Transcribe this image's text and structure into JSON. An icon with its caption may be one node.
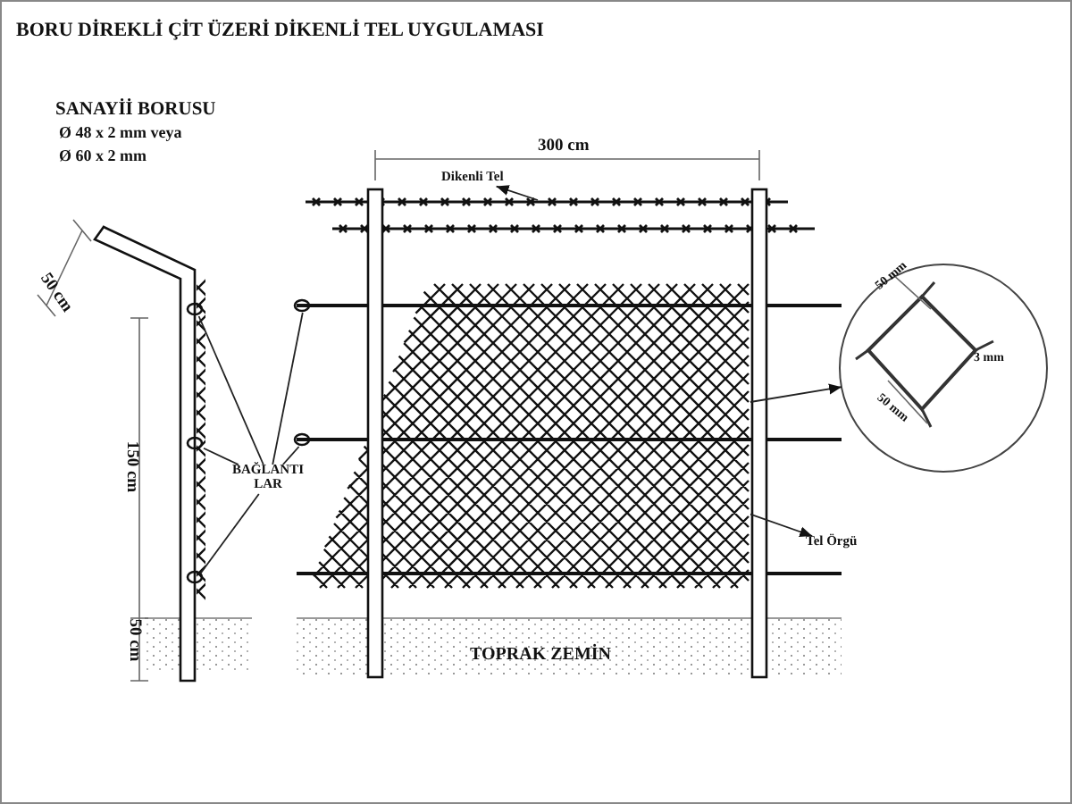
{
  "diagram": {
    "title": "BORU DİREKLİ ÇİT ÜZERİ DİKENLİ TEL UYGULAMASI",
    "nodes": [
      {
        "text": [
          "Dikenli Tel"
        ]
      },
      {
        "text": [],
        "shape": "picture"
      },
      {
        "text": [
          "BAĞLANTI LAR"
        ]
      },
      {
        "text": [],
        "shape": "circle"
      },
      {
        "text": [],
        "shape": "circle"
      },
      {
        "text": [],
        "shape": "circle"
      },
      {
        "text": [],
        "shape": "circle"
      },
      {
        "text": [],
        "shape": "circle"
      },
      {
        "text": [
          "50 mm",
          "3 mm",
          "50 mm"
        ]
      },
      {
        "text": [],
        "shape": "picture"
      },
      {
        "text": [
          "Tel Örgü"
        ]
      }
    ],
    "edges": [
      {
        "from": 1,
        "to": 0,
        "arrow": "to"
      },
      {
        "from": 2,
        "to": 3,
        "arrow": "none"
      },
      {
        "from": 2,
        "to": 4,
        "arrow": "none"
      },
      {
        "from": 2,
        "to": 5,
        "arrow": "none"
      },
      {
        "from": 2,
        "to": 6,
        "arrow": "none"
      },
      {
        "from": 2,
        "to": 7,
        "arrow": "none"
      },
      {
        "from": 9,
        "to": 8,
        "arrow": "to"
      },
      {
        "from": 9,
        "to": 10,
        "arrow": "to"
      }
    ],
    "labels": [
      "SANAYİİ BORUSU",
      "Ø 48 x 2 mm veya",
      "Ø 60 x 2 mm",
      "300 cm",
      "50 cm",
      "150 cm",
      "50 cm",
      "TOPRAK ZEMİN"
    ]
  }
}
